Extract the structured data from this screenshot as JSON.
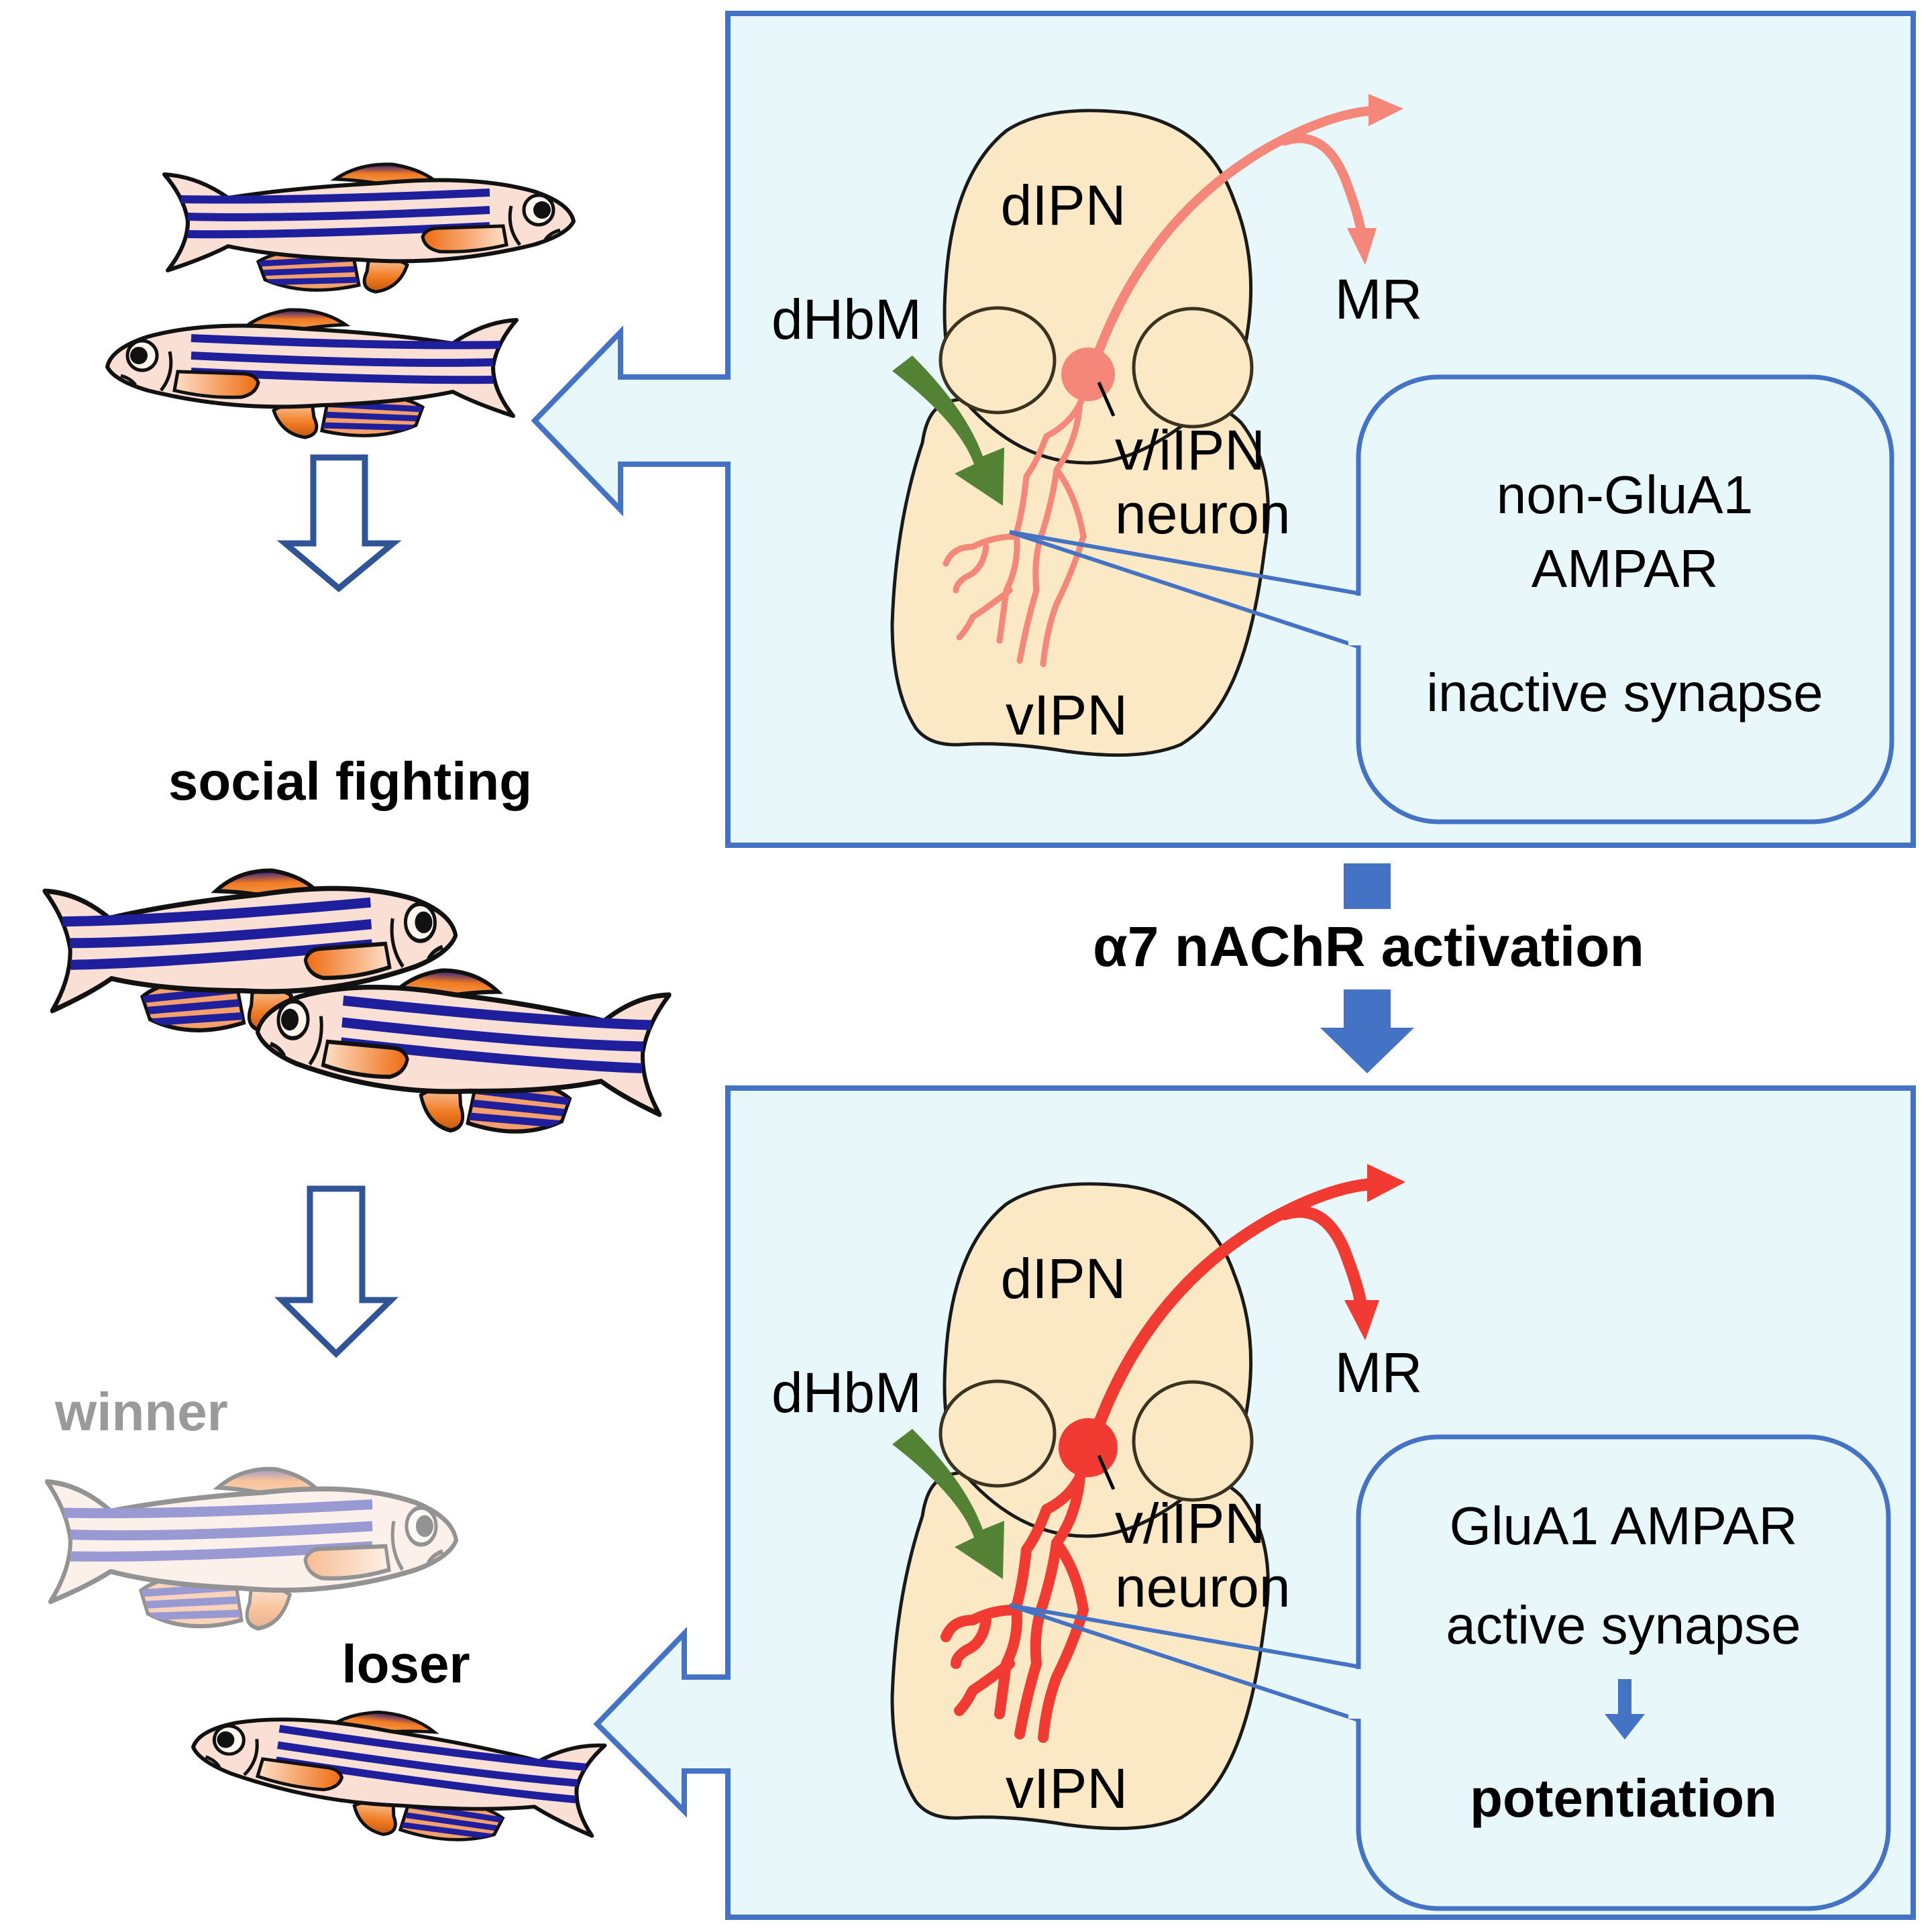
{
  "figure": {
    "left_column": {
      "stage_label_fighting": "social fighting",
      "outcome_winner": "winner",
      "outcome_loser": "loser"
    },
    "transition": {
      "label": "α7 nAChR activation"
    },
    "panel_before": {
      "regions": {
        "dorsal": "dIPN",
        "ventral": "vIPN",
        "input": "dHbM",
        "target": "MR"
      },
      "neuron_label_line1": "v/iIPN",
      "neuron_label_line2": "neuron",
      "callout": {
        "line1": "non-GluA1",
        "line2": "AMPAR",
        "line3": "inactive synapse"
      },
      "neuron_color": "#f4877a"
    },
    "panel_after": {
      "regions": {
        "dorsal": "dIPN",
        "ventral": "vIPN",
        "input": "dHbM",
        "target": "MR"
      },
      "neuron_label_line1": "v/iIPN",
      "neuron_label_line2": "neuron",
      "callout": {
        "line1": "GluA1 AMPAR",
        "line2": "active synapse",
        "line3": "potentiation"
      },
      "neuron_color": "#f03a32"
    },
    "colors": {
      "panel_border": "#4472c4",
      "panel_fill": "#e8f8fa",
      "brain_fill": "#fbe8c4",
      "input_arrow": "#548235",
      "fish_stripe": "#1f1f9e",
      "fish_fin": "#f07a20",
      "fish_body": "#f9dfd4"
    }
  }
}
